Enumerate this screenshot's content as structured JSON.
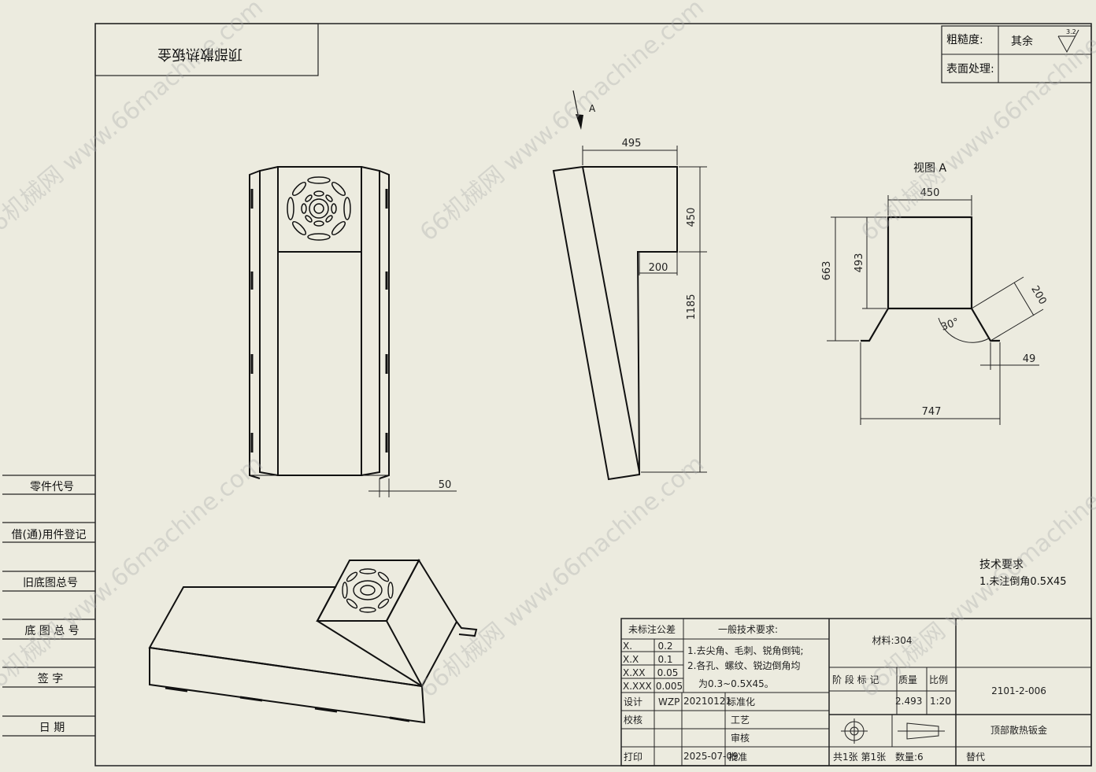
{
  "title_box": {
    "mirrored_title": "顶部散热钣金"
  },
  "surface": {
    "roughness_label": "粗糙度:",
    "roughness_value": "其余",
    "roughness_symbol": "3.2",
    "treatment_label": "表面处理:"
  },
  "view_a_arrow_label": "A",
  "view_a_title": "视图 A",
  "dimensions": {
    "front_width": "50",
    "side_top": "495",
    "side_upper_height": "450",
    "side_step": "200",
    "side_total_height": "1185",
    "view_top_width": "450",
    "view_inner_height": "493",
    "view_total_height": "663",
    "view_angle": "30°",
    "view_flange": "200",
    "view_lip": "49",
    "view_bottom_width": "747"
  },
  "left_column": [
    "零件代号",
    "借(通)用件登记",
    "旧底图总号",
    "底 图 总 号",
    "签    字",
    "日    期"
  ],
  "tech_notes": {
    "title": "技术要求",
    "line1": "1.未注倒角0.5X45"
  },
  "title_block": {
    "tolerance_header": "未标注公差",
    "general_header": "一般技术要求:",
    "tolerances": [
      {
        "fmt": "X.",
        "val": "0.2"
      },
      {
        "fmt": "X.X",
        "val": "0.1"
      },
      {
        "fmt": "X.XX",
        "val": "0.05"
      },
      {
        "fmt": "X.XXX",
        "val": "0.005"
      }
    ],
    "req_line1": "1.去尖角、毛刺、锐角倒钝;",
    "req_line2": "2.各孔、螺纹、锐边倒角均",
    "req_line3": "为0.3~0.5X45。",
    "material": "材料:304",
    "stage_label": "阶 段 标 记",
    "weight_label": "质量",
    "scale_label": "比例",
    "weight_value": "2.493",
    "scale_value": "1:20",
    "drawing_number": "2101-2-006",
    "part_name": "顶部散热钣金",
    "design_label": "设计",
    "designer": "WZP",
    "design_date": "20210121",
    "standard_label": "标准化",
    "check_label": "校核",
    "process_label": "工艺",
    "review_label": "审核",
    "print_label": "打印",
    "print_date": "2025-07-09",
    "approve_label": "批准",
    "sheet_info": "共1张 第1张",
    "quantity": "数量:6",
    "replace_label": "替代"
  },
  "watermark": "66机械网 www.66machine.com"
}
